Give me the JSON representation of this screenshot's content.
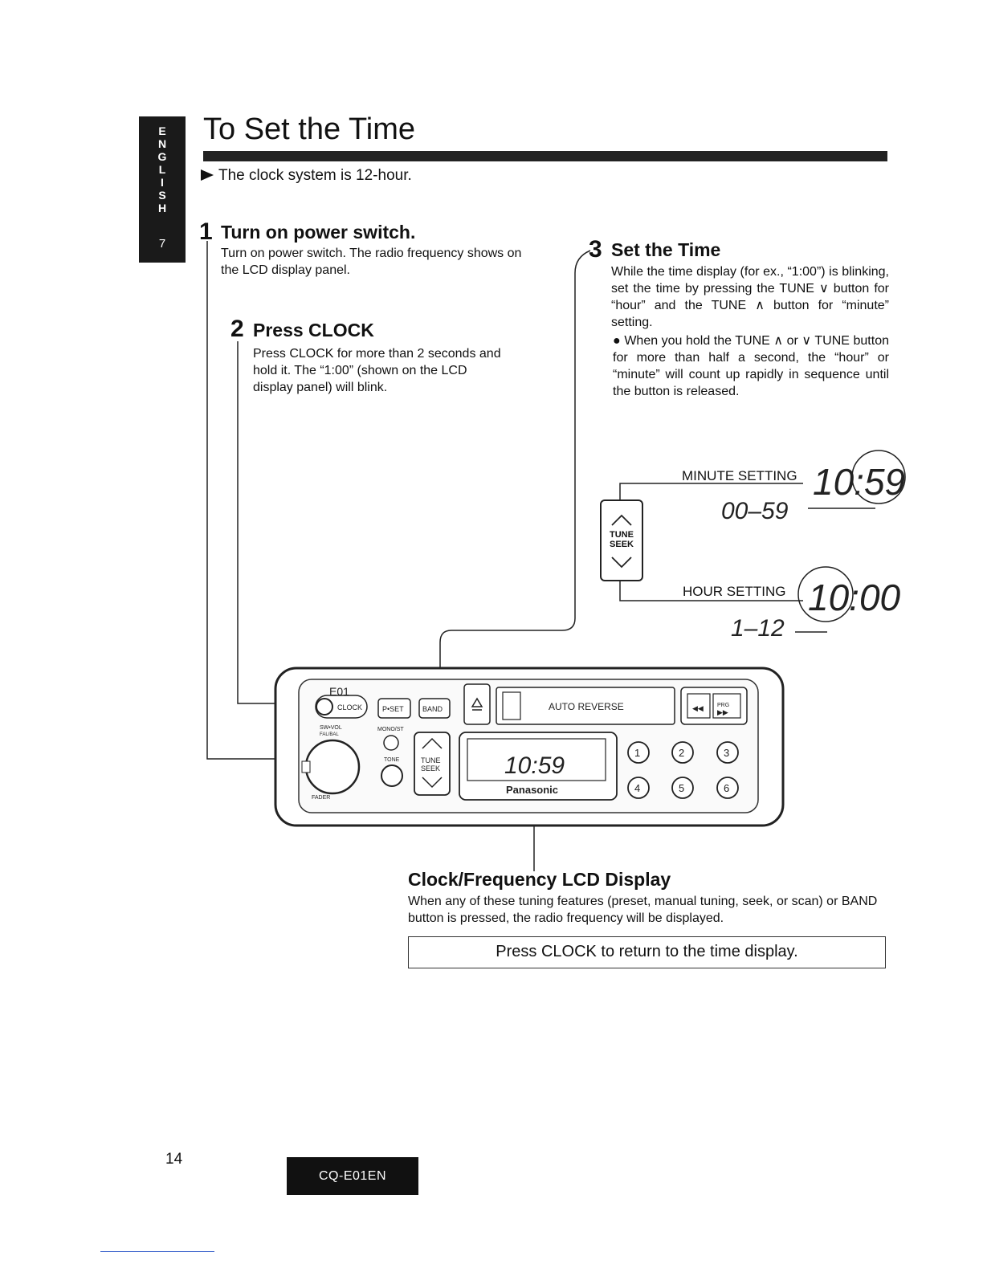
{
  "side_tab": {
    "letters": [
      "E",
      "N",
      "G",
      "L",
      "I",
      "S",
      "H"
    ],
    "number": "7"
  },
  "title": "To Set the Time",
  "intro": "The clock system is 12-hour.",
  "steps": [
    {
      "number": "1",
      "heading": "Turn on power switch.",
      "body": "Turn on power switch. The radio frequency shows on the LCD display panel."
    },
    {
      "number": "2",
      "heading": "Press CLOCK",
      "body": "Press CLOCK for more than 2 seconds and hold it. The “1:00” (shown on the LCD display panel) will blink."
    },
    {
      "number": "3",
      "heading": "Set the Time",
      "body": "While the time display (for ex., “1:00”) is blinking, set the time by pressing the TUNE ∨ button for “hour” and the TUNE ∧ button for “minute” setting.",
      "bullet": "● When you hold the TUNE ∧ or ∨ TUNE button for more than half a second, the “hour” or “minute” will count up rapidly in sequence until the button is released."
    }
  ],
  "display_callouts": {
    "minute_label": "MINUTE SETTING",
    "minute_value": "10:59",
    "minute_range": "00–59",
    "hour_label": "HOUR SETTING",
    "hour_value": "10:00",
    "hour_range": "1–12",
    "tune_label_1": "TUNE",
    "tune_label_2": "SEEK"
  },
  "radio_unit": {
    "model_label": "E01",
    "clock": "CLOCK",
    "pset": "P•SET",
    "band": "BAND",
    "swvol": "SW•VOL",
    "falbal": "FAL/BAL",
    "monost": "MONO/ST",
    "tone": "TONE",
    "fader": "FADER",
    "tune": "TUNE",
    "seek": "SEEK",
    "auto_reverse": "AUTO REVERSE",
    "lcd_time": "10:59",
    "brand": "Panasonic",
    "prg": "PRG",
    "presets": [
      "1",
      "2",
      "3",
      "4",
      "5",
      "6"
    ]
  },
  "lcd_section": {
    "heading": "Clock/Frequency LCD Display",
    "body": "When any of these tuning features (preset, manual tuning, seek, or scan) or BAND button is pressed, the radio frequency will be displayed."
  },
  "note": "Press CLOCK to return to the time display.",
  "footer": {
    "page": "14",
    "model": "CQ-E01EN"
  }
}
